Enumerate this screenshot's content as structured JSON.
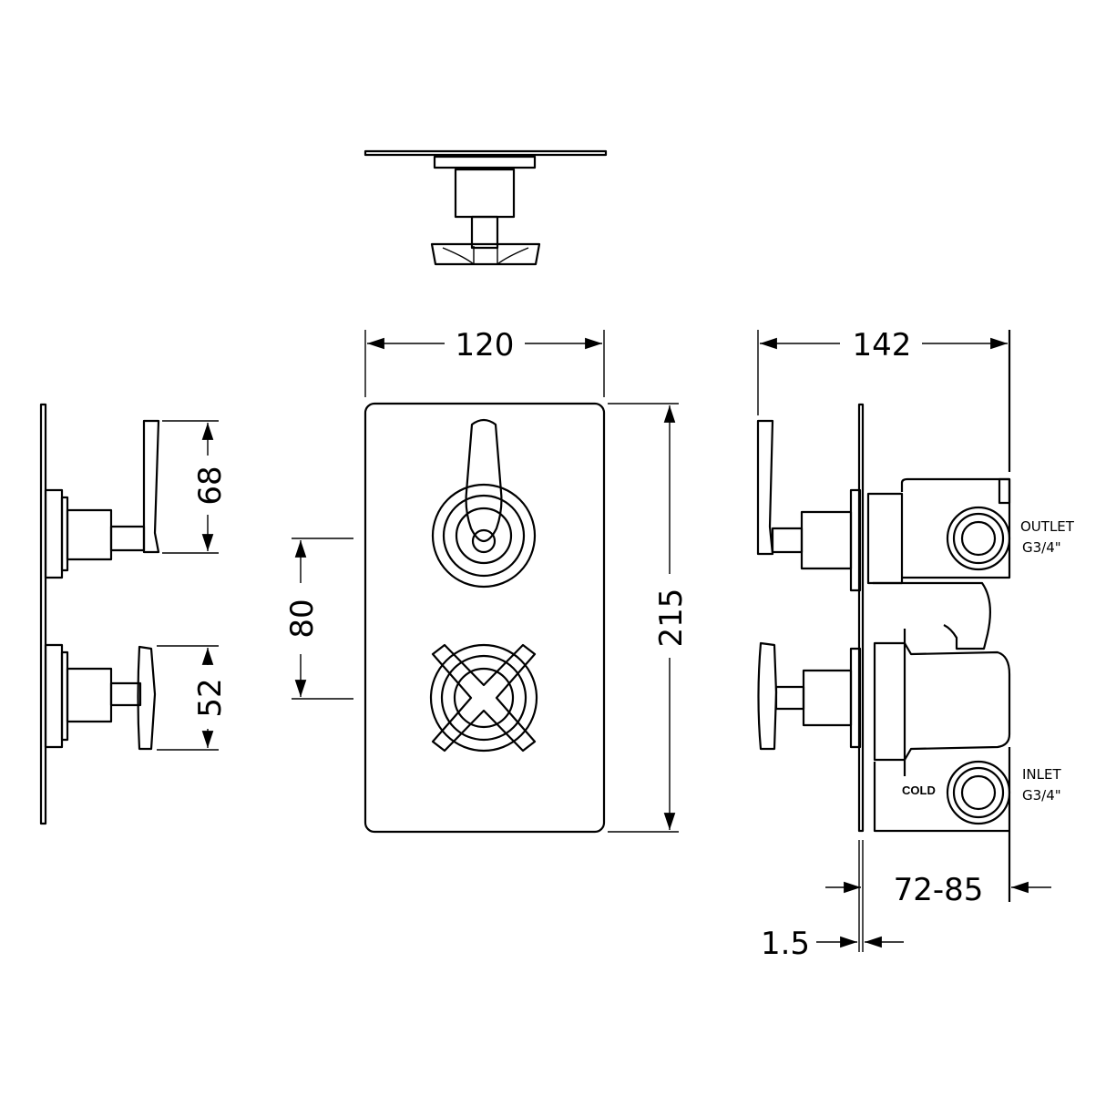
{
  "dimensions": {
    "width": "120",
    "depth": "142",
    "height": "215",
    "centres": "80",
    "lever_height": "68",
    "handle_height": "52",
    "wall_depth": "72-85",
    "plate_thickness": "1.5"
  },
  "labels": {
    "outlet": "OUTLET",
    "outlet_size": "G3/4\"",
    "inlet": "INLET",
    "inlet_size": "G3/4\"",
    "cold": "COLD"
  },
  "colors": {
    "line": "#000000",
    "background": "#ffffff"
  }
}
